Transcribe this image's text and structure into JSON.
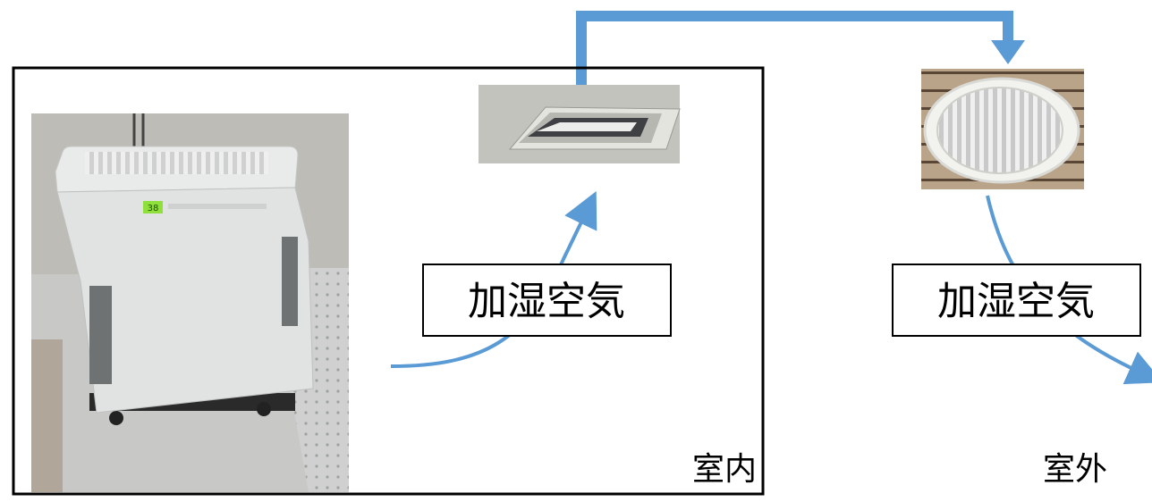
{
  "indoor": {
    "area_label": "室内",
    "humidifier": {
      "display_reading": "38"
    },
    "air_label": "加湿空気"
  },
  "outdoor": {
    "area_label": "室外",
    "air_label": "加湿空気"
  },
  "colors": {
    "arrow": "#5b9bd5",
    "room_border": "#000000",
    "label_border": "#000000",
    "text": "#000000"
  },
  "icons": {
    "humidifier": "humidifier-photo",
    "ceiling_vent": "ceiling-vent-photo",
    "round_vent": "round-vent-photo"
  }
}
